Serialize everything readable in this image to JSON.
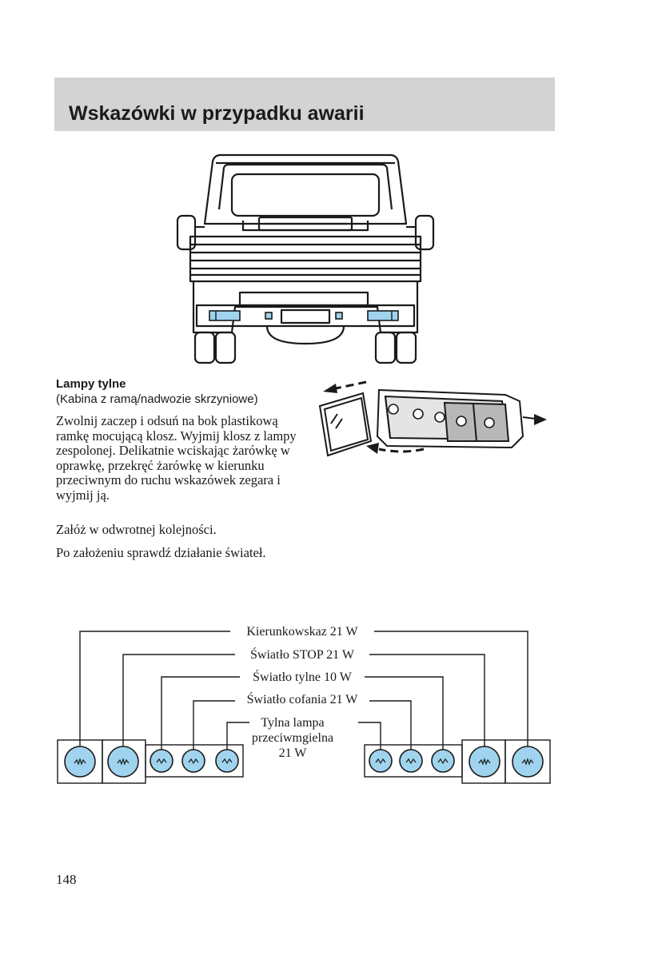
{
  "header": {
    "title": "Wskazówki w przypadku awarii"
  },
  "section": {
    "title": "Lampy tylne",
    "subtitle": "(Kabina z ramą/nadwozie skrzyniowe)",
    "paragraphs": [
      "Zwolnij zaczep i odsuń na bok plastikową ramkę mocującą klosz. Wyjmij klosz z lampy zespolonej. Delikatnie wciskając żarówkę w oprawkę, przekręć żarówkę w kierunku przeciwnym do ruchu wskazówek zegara i wyjmij ją.",
      "Załóż w odwrotnej kolejności.",
      "Po założeniu sprawdź działanie świateł."
    ]
  },
  "diagram": {
    "labels": {
      "indicator": "Kierunkowskaz 21 W",
      "stop": "Światło STOP 21 W",
      "tail": "Światło tylne 10 W",
      "reverse": "Światło cofania 21 W",
      "fog_line1": "Tylna lampa",
      "fog_line2": "przeciwmgielna",
      "fog_line3": "21 W"
    },
    "bulb_color": "#9fd3ee"
  },
  "footer": {
    "page_number": "148"
  }
}
